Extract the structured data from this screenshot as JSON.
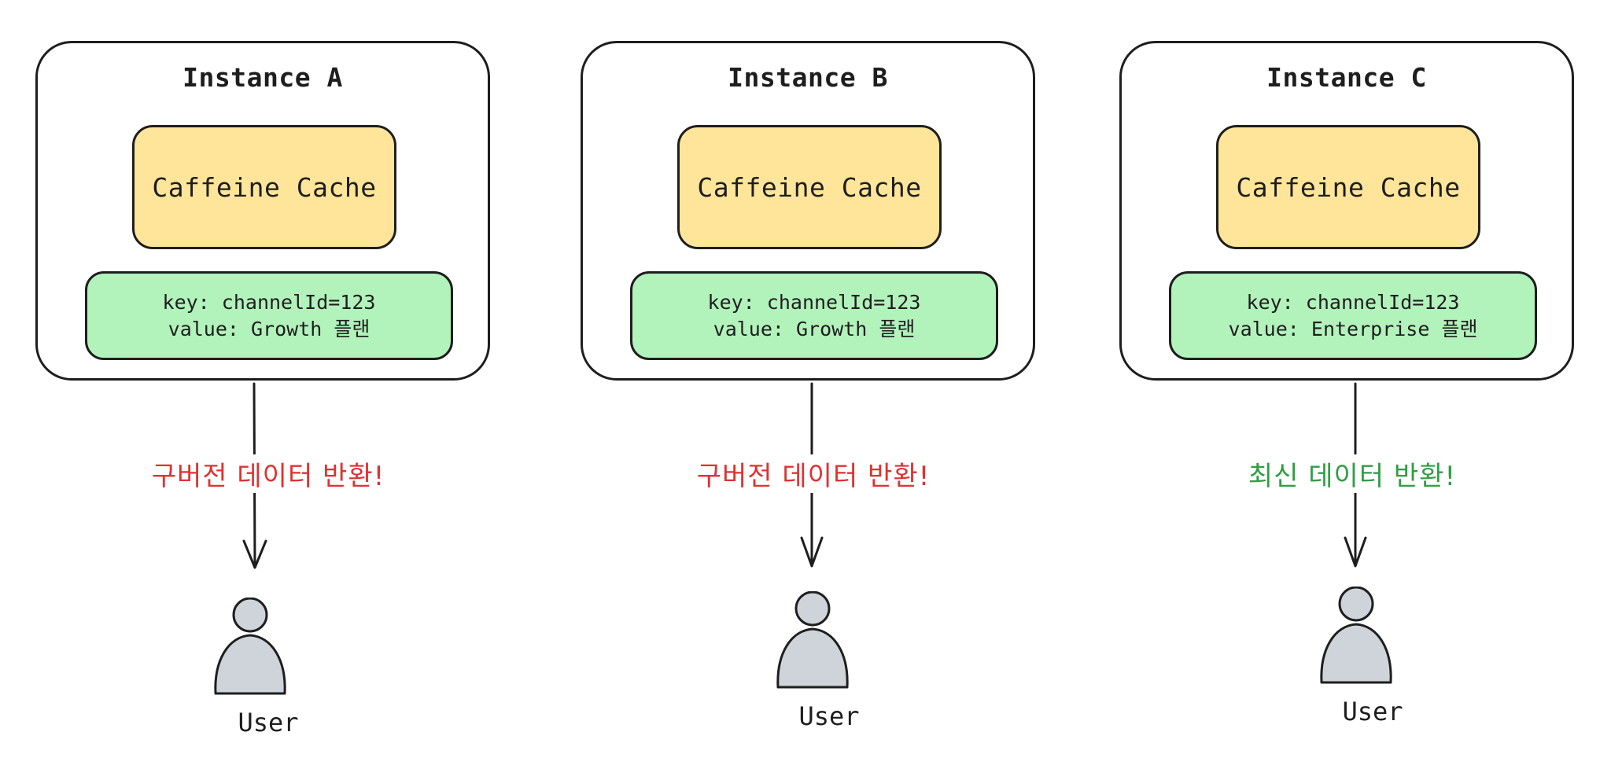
{
  "instances": [
    {
      "title": "Instance A",
      "cache_label": "Caffeine Cache",
      "entry_key": "key: channelId=123",
      "entry_value": "value: Growth 플랜",
      "status": "구버전 데이터 반환!",
      "status_kind": "stale",
      "user_label": "User"
    },
    {
      "title": "Instance B",
      "cache_label": "Caffeine Cache",
      "entry_key": "key: channelId=123",
      "entry_value": "value: Growth 플랜",
      "status": "구버전 데이터 반환!",
      "status_kind": "stale",
      "user_label": "User"
    },
    {
      "title": "Instance C",
      "cache_label": "Caffeine Cache",
      "entry_key": "key: channelId=123",
      "entry_value": "value: Enterprise 플랜",
      "status": "최신 데이터 반환!",
      "status_kind": "fresh",
      "user_label": "User"
    }
  ],
  "colors": {
    "cache_fill": "#ffe599",
    "entry_fill": "#b2f2bb",
    "stroke": "#1e1e1e",
    "stale_text": "#e03131",
    "fresh_text": "#2f9e44",
    "user_fill": "#ced4da"
  },
  "icons": {
    "user": "person-icon",
    "arrow": "arrow-down-icon"
  }
}
